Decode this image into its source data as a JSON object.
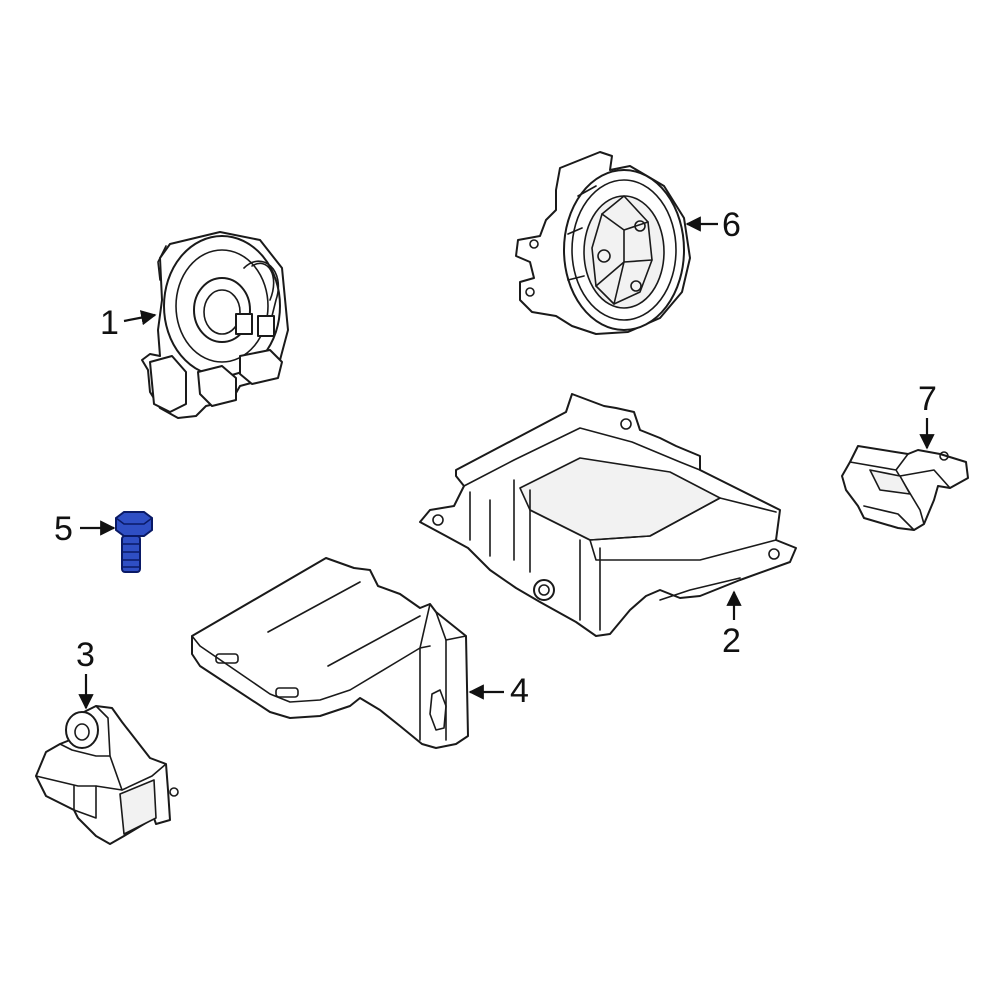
{
  "callouts": [
    {
      "id": "1",
      "label": "1"
    },
    {
      "id": "2",
      "label": "2"
    },
    {
      "id": "3",
      "label": "3"
    },
    {
      "id": "4",
      "label": "4"
    },
    {
      "id": "5",
      "label": "5"
    },
    {
      "id": "6",
      "label": "6"
    },
    {
      "id": "7",
      "label": "7"
    }
  ],
  "colors": {
    "line": "#1a1a1a",
    "highlight_fill": "#2f4fc4",
    "highlight_stroke": "#0a1a66",
    "background": "#ffffff"
  },
  "highlighted_part": "5"
}
